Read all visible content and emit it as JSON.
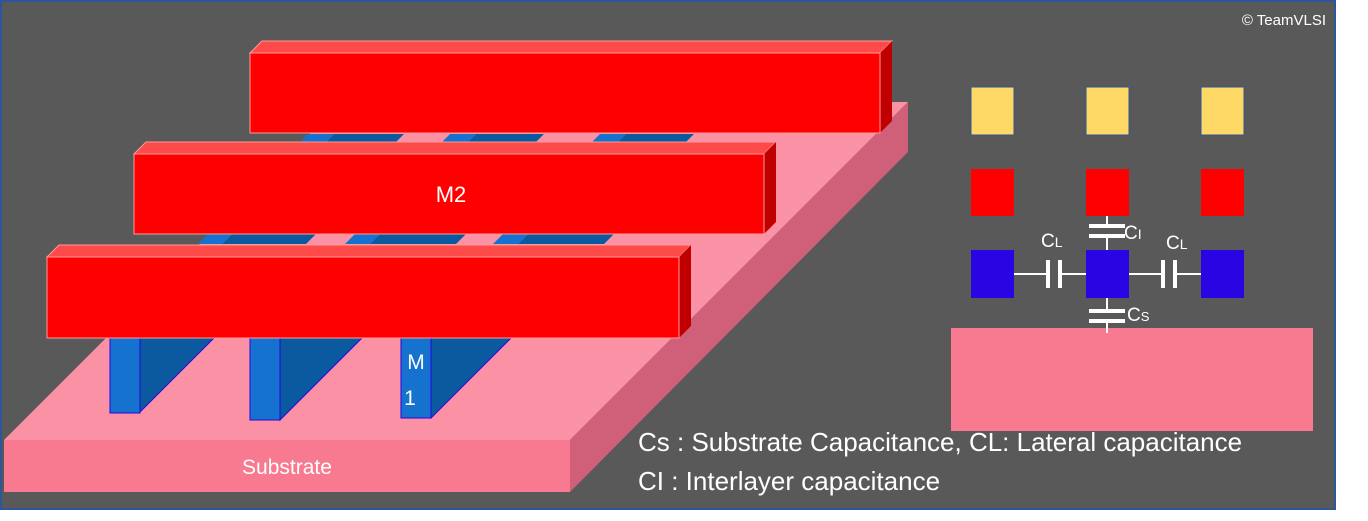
{
  "copyright": "© TeamVLSI",
  "diagram": {
    "substrate_label": "Substrate",
    "m2_label": "M2",
    "m1_label_line1": "M",
    "m1_label_line2": "1"
  },
  "cross_section": {
    "cl_left": {
      "main": "C",
      "sub": "L"
    },
    "ci": {
      "main": "C",
      "sub": "I"
    },
    "cl_right": {
      "main": "C",
      "sub": "L"
    },
    "cs": {
      "main": "C",
      "sub": "S"
    }
  },
  "legend": {
    "line1": "Cs : Substrate Capacitance, CL: Lateral capacitance",
    "line2": "CI : Interlayer capacitance"
  },
  "colors": {
    "background": "#595959",
    "frame": "#2e5597",
    "substrate_top": "#fb91a5",
    "substrate_front": "#f77a90",
    "substrate_side": "#d0607a",
    "m2_front": "#ff0000",
    "m2_top": "#ff4a4a",
    "m2_side": "#c00000",
    "m1_front": "#1573cf",
    "m1_side": "#0b5aa0",
    "via_top": "#ffd966",
    "metal_mid": "#ff0000",
    "metal_low": "#2a04e2",
    "wire": "#ffffff"
  }
}
